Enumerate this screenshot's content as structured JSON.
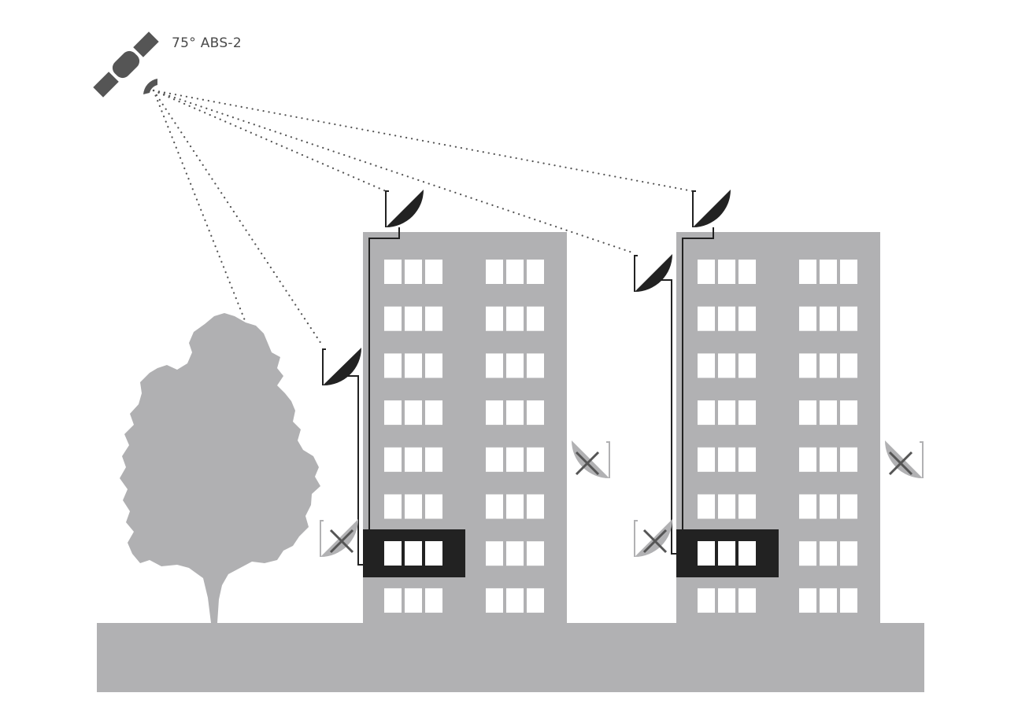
{
  "satellite": {
    "label": "75° ABS-2",
    "icon": "satellite-icon"
  },
  "colors": {
    "building": "#b1b1b3",
    "tree": "#b0b0b2",
    "dish_ok": "#222222",
    "dish_blocked": "#b1b1b3",
    "beam": "#555555",
    "highlight_apartment": "#222222"
  },
  "buildings": [
    {
      "name": "building-left",
      "floors": 8,
      "window_columns": 2
    },
    {
      "name": "building-right",
      "floors": 8,
      "window_columns": 2
    }
  ],
  "dishes_ok": 4,
  "dishes_blocked": 4
}
